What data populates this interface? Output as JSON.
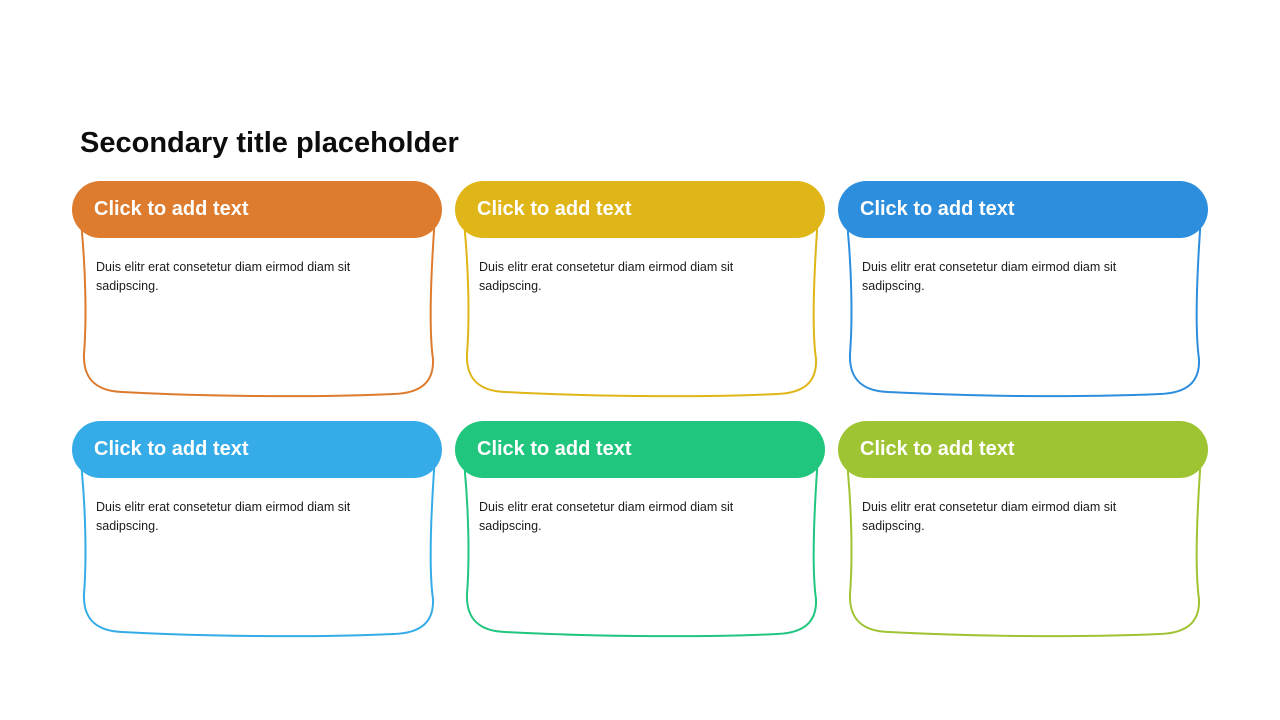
{
  "slide": {
    "title": "Secondary title placeholder"
  },
  "cards": [
    {
      "header_label": "Click to add text",
      "body_text": "Duis elitr erat consetetur diam eirmod diam sit sadipscing.",
      "color": "#DD7B2E"
    },
    {
      "header_label": "Click to add text",
      "body_text": "Duis elitr erat consetetur diam eirmod diam sit sadipscing.",
      "color": "#E0B517"
    },
    {
      "header_label": "Click to add text",
      "body_text": "Duis elitr erat consetetur diam eirmod diam sit sadipscing.",
      "color": "#2E8EDE"
    },
    {
      "header_label": "Click to add text",
      "body_text": "Duis elitr erat consetetur diam eirmod diam sit sadipscing.",
      "color": "#35ACE8"
    },
    {
      "header_label": "Click to add text",
      "body_text": "Duis elitr erat consetetur diam eirmod diam sit sadipscing.",
      "color": "#20C57E"
    },
    {
      "header_label": "Click to add text",
      "body_text": "Duis elitr erat consetetur diam eirmod diam sit sadipscing.",
      "color": "#9FC433"
    }
  ]
}
